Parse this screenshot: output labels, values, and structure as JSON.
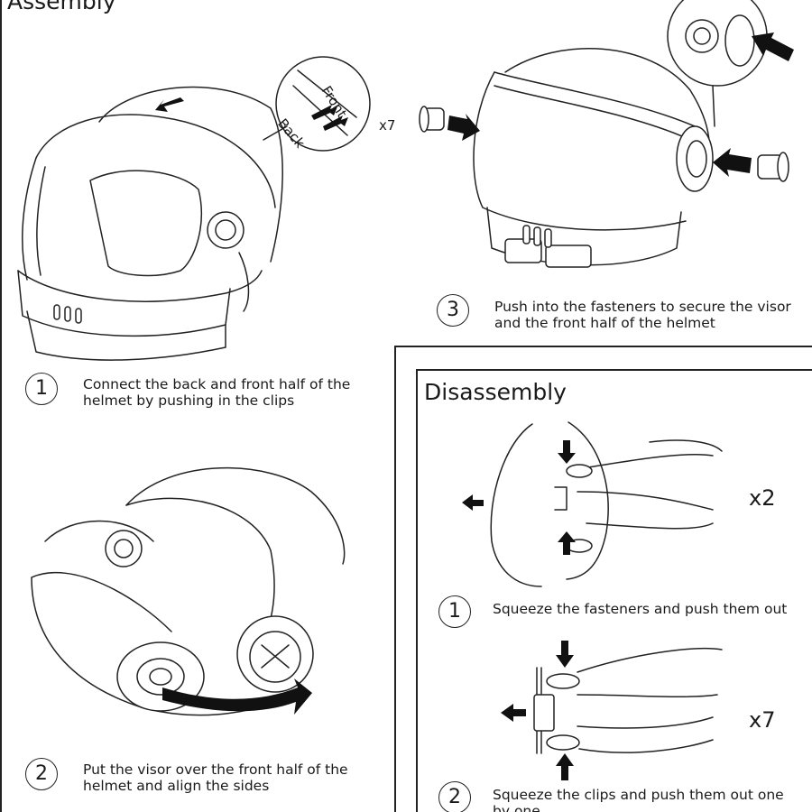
{
  "assembly": {
    "title": "Assembly",
    "steps": [
      {
        "number": "1",
        "text": "Connect the back and front half of the\nhelmet by pushing in the clips"
      },
      {
        "number": "2",
        "text": "Put the visor over the front half of the\nhelmet and align the sides"
      },
      {
        "number": "3",
        "text": "Push into the fasteners to secure the visor\nand the front half of the helmet"
      }
    ],
    "clip_detail": {
      "front_label": "Front",
      "back_label": "Back",
      "count": "x7"
    }
  },
  "disassembly": {
    "title": "Disassembly",
    "steps": [
      {
        "number": "1",
        "text": "Squeeze the fasteners and push them out",
        "count": "x2"
      },
      {
        "number": "2",
        "text": "Squeeze the clips and push them out one\nby one",
        "count": "x7"
      }
    ]
  },
  "colors": {
    "ink": "#222222",
    "background": "#ffffff"
  }
}
